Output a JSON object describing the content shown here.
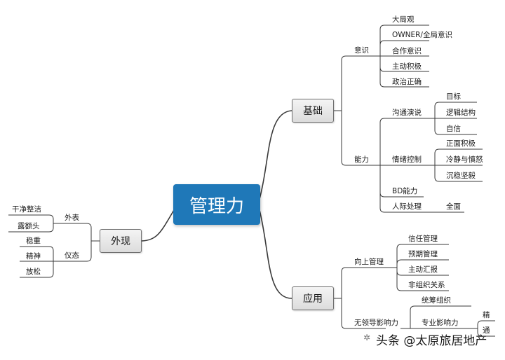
{
  "root": "管理力",
  "branches": {
    "jichu": {
      "title": "基础",
      "yishi": {
        "title": "意识",
        "items": [
          "大局观",
          "OWNER/全局意识",
          "合作意识",
          "主动积极",
          "政治正确"
        ]
      },
      "nengli": {
        "title": "能力",
        "goutong": {
          "title": "沟通演说",
          "items": [
            "目标",
            "逻辑结构",
            "自信"
          ]
        },
        "qingxu": {
          "title": "情绪控制",
          "items": [
            "正面积极",
            "冷静与慎怒",
            "沉稳坚毅"
          ]
        },
        "bd": "BD能力",
        "renji": {
          "title": "人际处理",
          "items": [
            "全面"
          ]
        }
      }
    },
    "yingyong": {
      "title": "应用",
      "xiangshang": {
        "title": "向上管理",
        "items": [
          "信任管理",
          "预期管理",
          "主动汇报",
          "非组织关系"
        ]
      },
      "wuling": {
        "title": "无领导影响力",
        "tongchou": "统筹组织",
        "zhuanye": {
          "title": "专业影响力",
          "items": [
            "精",
            "通"
          ]
        }
      }
    },
    "waixian": {
      "title": "外现",
      "waibiao": {
        "title": "外表",
        "items": [
          "干净整洁",
          "露额头"
        ]
      },
      "yitai": {
        "title": "仪态",
        "items": [
          "稳重",
          "精神",
          "放松"
        ]
      }
    }
  },
  "watermark": "头条 @太原旅居地产"
}
